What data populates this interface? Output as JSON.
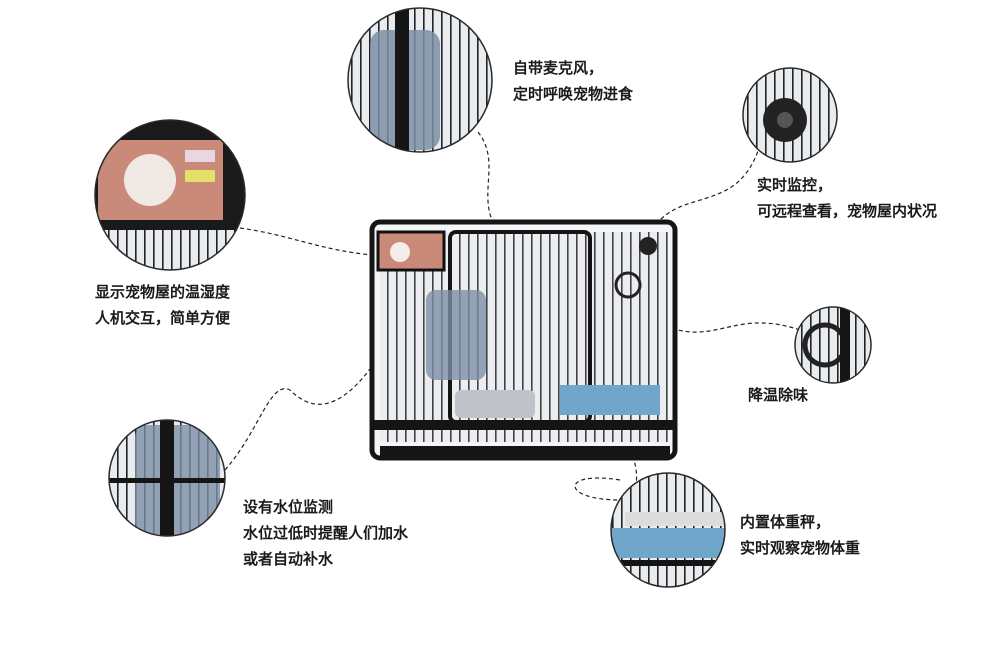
{
  "features": [
    {
      "id": "microphone",
      "lines": [
        "自带麦克风，",
        "定时呼唤宠物进食"
      ],
      "icon": "microphone-closeup"
    },
    {
      "id": "monitoring",
      "lines": [
        "实时监控，",
        "可远程查看，宠物屋内状况"
      ],
      "icon": "camera-closeup"
    },
    {
      "id": "display",
      "lines": [
        "显示宠物屋的温湿度",
        "人机交互，简单方便"
      ],
      "icon": "display-screen-closeup"
    },
    {
      "id": "cooling",
      "lines": [
        "降温除味"
      ],
      "icon": "fan-closeup"
    },
    {
      "id": "water-level",
      "lines": [
        "设有水位监测",
        "水位过低时提醒人们加水",
        "或者自动补水"
      ],
      "icon": "water-bottle-closeup"
    },
    {
      "id": "scale",
      "lines": [
        "内置体重秤，",
        "实时观察宠物体重"
      ],
      "icon": "weight-scale-closeup"
    }
  ],
  "colors": {
    "cage": "#151515",
    "bottle": "#7d8fa6",
    "mat": "#6fa6c9",
    "screen": "#c98a7a",
    "dash": "#222222"
  }
}
